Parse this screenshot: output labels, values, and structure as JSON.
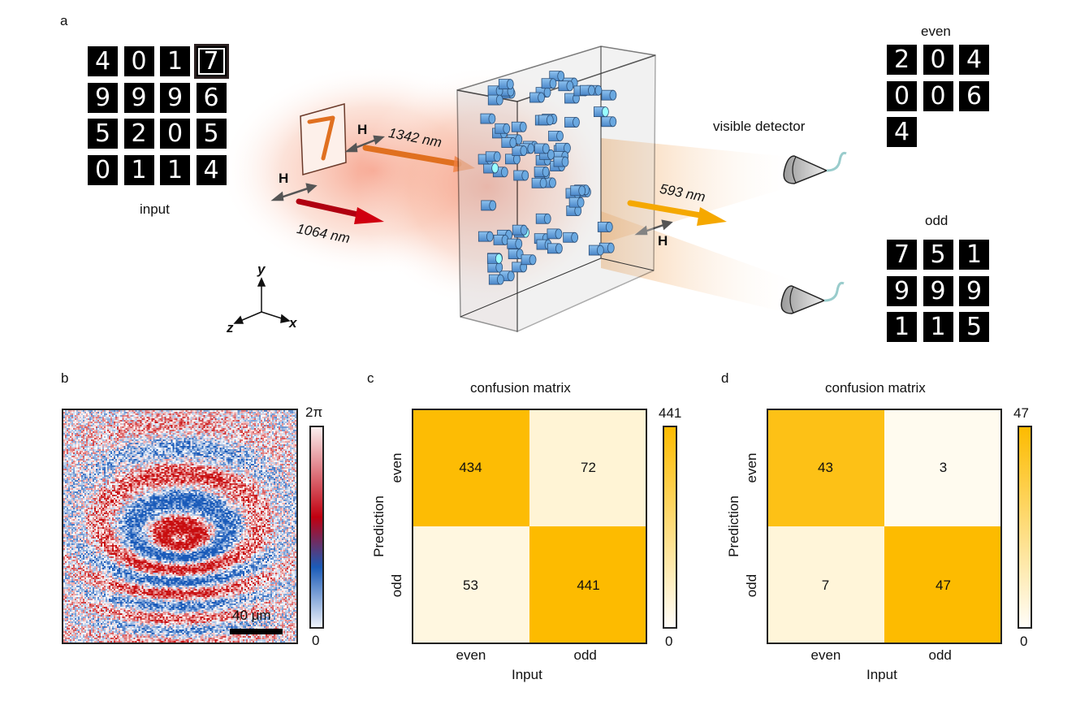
{
  "panel_a": {
    "label": "a",
    "input_label": "input",
    "input_digits": [
      "4",
      "0",
      "1",
      "7",
      "9",
      "9",
      "9",
      "6",
      "5",
      "2",
      "0",
      "5",
      "0",
      "1",
      "1",
      "4"
    ],
    "selected_digit": "7",
    "polarization_label": "H",
    "pump1_wavelength": "1342 nm",
    "pump2_wavelength": "1064 nm",
    "output_wavelength": "593 nm",
    "detector_label": "visible detector",
    "even_label": "even",
    "even_digits": [
      "2",
      "0",
      "4",
      "0",
      "0",
      "6",
      "4"
    ],
    "odd_label": "odd",
    "odd_digits": [
      "7",
      "5",
      "1",
      "9",
      "9",
      "9",
      "1",
      "1",
      "5"
    ],
    "axes": {
      "x": "x",
      "y": "y",
      "z": "z"
    },
    "colors": {
      "pump1": "#e06a10",
      "pump2": "#c00000",
      "output": "#f5a800",
      "nanopillar": "#5b9bd5"
    }
  },
  "panel_b": {
    "label": "b",
    "colorbar_max": "2π",
    "colorbar_min": "0",
    "scale_bar": "40 μm"
  },
  "chart_data": [
    {
      "type": "heatmap",
      "panel": "c",
      "title": "confusion matrix",
      "xlabel": "Input",
      "ylabel": "Prediction",
      "x_categories": [
        "even",
        "odd"
      ],
      "y_categories": [
        "even",
        "odd"
      ],
      "values": [
        [
          434,
          72
        ],
        [
          53,
          441
        ]
      ],
      "colorbar": {
        "min": 0,
        "max": 441,
        "min_label": "0",
        "max_label": "441"
      },
      "colormap": [
        "#ffffff",
        "#fdbb00"
      ]
    },
    {
      "type": "heatmap",
      "panel": "d",
      "title": "confusion matrix",
      "xlabel": "Input",
      "ylabel": "Prediction",
      "x_categories": [
        "even",
        "odd"
      ],
      "y_categories": [
        "even",
        "odd"
      ],
      "values": [
        [
          43,
          3
        ],
        [
          7,
          47
        ]
      ],
      "colorbar": {
        "min": 0,
        "max": 47,
        "min_label": "0",
        "max_label": "47"
      },
      "colormap": [
        "#ffffff",
        "#fdbb00"
      ]
    }
  ]
}
